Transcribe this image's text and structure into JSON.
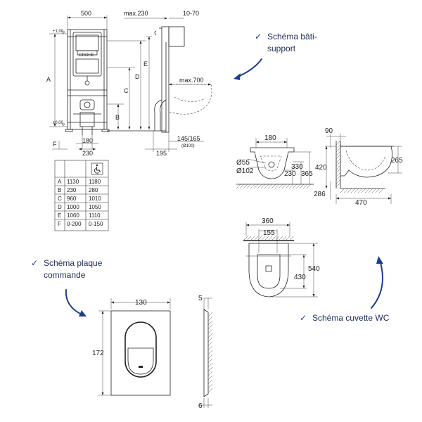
{
  "captions": {
    "bati_line1": "Schéma bâti-",
    "bati_line2": "support",
    "plaque_line1": "Schéma plaque",
    "plaque_line2": "commande",
    "cuvette": "Schéma cuvette WC",
    "check_symbol": "✓"
  },
  "frame": {
    "width": "500",
    "max230": "max.230",
    "r10_70": "10-70",
    "max700": "max.700",
    "logo": "GROHE",
    "letter_a": "A",
    "letter_b": "B",
    "letter_c": "C",
    "letter_d": "D",
    "letter_e": "E",
    "letter_f": "F",
    "plus100": "+1,00",
    "zero": "±0,00",
    "w180": "180",
    "w230": "230",
    "w145_165": "145/165",
    "w100": "(Ø100)",
    "w195": "195"
  },
  "table": {
    "header_icon": "wheelchair-icon",
    "rows": [
      {
        "label": "A",
        "std": "1130",
        "pmr": "1180"
      },
      {
        "label": "B",
        "std": "230",
        "pmr": "280"
      },
      {
        "label": "C",
        "std": "960",
        "pmr": "1010"
      },
      {
        "label": "D",
        "std": "1000",
        "pmr": "1050"
      },
      {
        "label": "E",
        "std": "1060",
        "pmr": "1110"
      },
      {
        "label": "F",
        "std": "0-200",
        "pmr": "0-150"
      }
    ]
  },
  "bowl_front": {
    "w180": "180",
    "d55": "Ø55",
    "d102": "Ø102",
    "h330": "330",
    "h365": "365",
    "h230": "230"
  },
  "bowl_side": {
    "w90": "90",
    "h420": "420",
    "h265": "265",
    "h286": "286",
    "w470": "470"
  },
  "bowl_top": {
    "w360": "360",
    "w155": "155",
    "h540": "540",
    "h430": "430"
  },
  "plate": {
    "w130": "130",
    "h172": "172",
    "d5": "5",
    "d6": "6"
  },
  "colors": {
    "caption": "#1d2a55",
    "accent": "#1d3d8f",
    "line": "#222222"
  }
}
